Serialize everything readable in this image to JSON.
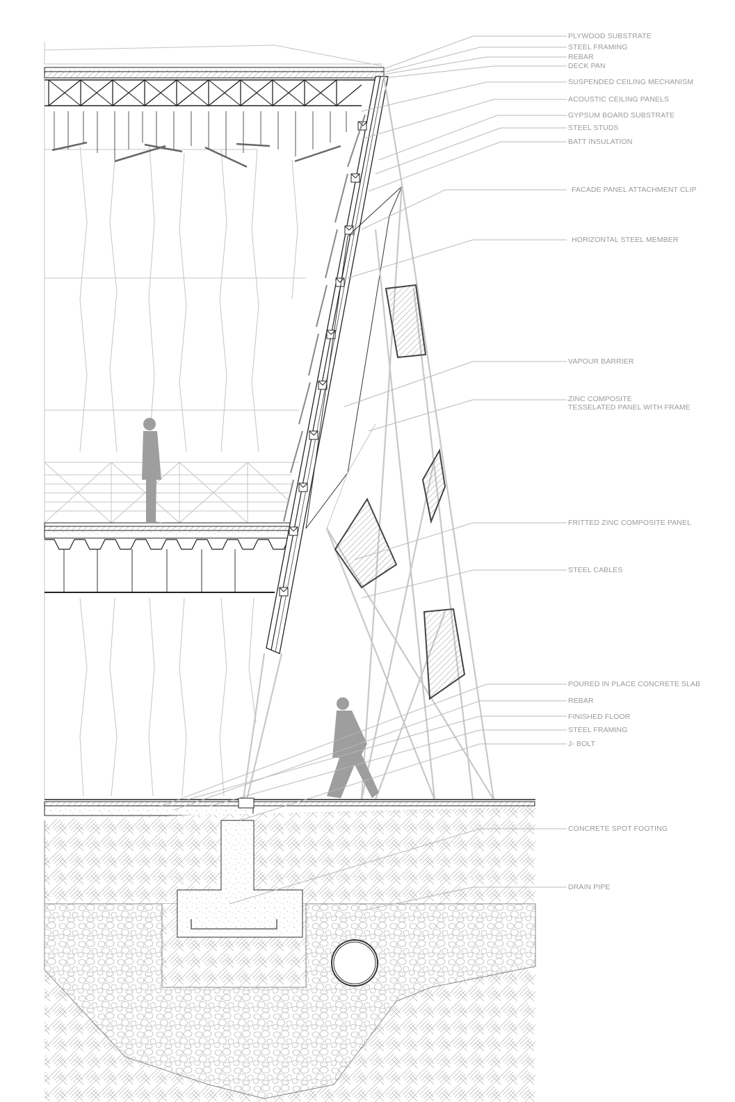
{
  "labels": {
    "plywood_substrate": "PLYWOOD SUBSTRATE",
    "steel_framing_top": "STEEL FRAMING",
    "rebar_top": "REBAR",
    "deck_pan": "DECK PAN",
    "suspended_ceiling": "SUSPENDED CEILING MECHANISM",
    "acoustic_panels": "ACOUSTIC CEILING PANELS",
    "gypsum_board": "GYPSUM BOARD SUBSTRATE",
    "steel_studs": "STEEL STUDS",
    "batt_insulation": "BATT INSULATION",
    "facade_clip": "FACADE PANEL ATTACHMENT CLIP",
    "horizontal_member": "HORIZONTAL STEEL MEMBER",
    "vapour_barrier": "VAPOUR BARRIER",
    "zinc_composite_1": "ZINC COMPOSITE",
    "zinc_composite_2": "TESSELATED PANEL WITH FRAME",
    "fritted_panel": "FRITTED ZINC COMPOSITE PANEL",
    "steel_cables": "STEEL CABLES",
    "concrete_slab": "POURED IN PLACE CONCRETE SLAB",
    "rebar_bottom": "REBAR",
    "finished_floor": "FINISHED FLOOR",
    "steel_framing_bottom": "STEEL FRAMING",
    "j_bolt": "J- BOLT",
    "spot_footing": "CONCRETE SPOT FOOTING",
    "drain_pipe": "DRAIN PIPE"
  },
  "colors": {
    "linework": "#222222",
    "light_linework": "#c4c4c4",
    "label_text": "#9a9a9a",
    "figure_fill": "#9e9e9e",
    "hatch": "#b5b5b5"
  }
}
